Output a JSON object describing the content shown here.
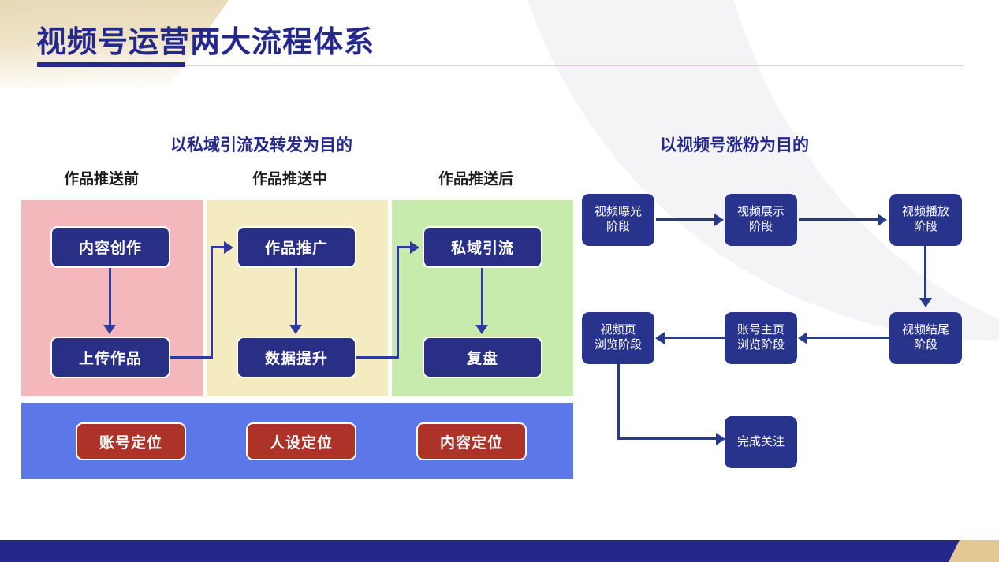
{
  "slide": {
    "title": "视频号运营两大流程体系",
    "theme": {
      "navy": "#24288a",
      "node_navy": "#2a2f86",
      "right_node_navy": "#28338c",
      "connector": "#2f3a9e",
      "band_blue": "#5b77e8",
      "badge_red": "#ad3328",
      "panel_pink": "#f4b8bc",
      "panel_yellow": "#f4ebc0",
      "panel_green": "#c6ebac",
      "gold": "#e3c894"
    }
  },
  "left_flow": {
    "heading": "以私域引流及转发为目的",
    "column_labels": [
      "作品推送前",
      "作品推送中",
      "作品推送后"
    ],
    "columns": [
      {
        "label": "作品推送前",
        "panel_color": "#f4b8bc",
        "nodes": [
          "内容创作",
          "上传作品"
        ]
      },
      {
        "label": "作品推送中",
        "panel_color": "#f4ebc0",
        "nodes": [
          "作品推广",
          "数据提升"
        ]
      },
      {
        "label": "作品推送后",
        "panel_color": "#c6ebac",
        "nodes": [
          "私域引流",
          "复盘"
        ]
      }
    ],
    "foundation_band": {
      "color": "#5b77e8",
      "badges": [
        "账号定位",
        "人设定位",
        "内容定位"
      ]
    }
  },
  "right_flow": {
    "heading": "以视频号涨粉为目的",
    "nodes": [
      {
        "id": "n1",
        "label": "视频曝光\n阶段",
        "line1": "视频曝光",
        "line2": "阶段"
      },
      {
        "id": "n2",
        "label": "视频展示\n阶段",
        "line1": "视频展示",
        "line2": "阶段"
      },
      {
        "id": "n3",
        "label": "视频播放\n阶段",
        "line1": "视频播放",
        "line2": "阶段"
      },
      {
        "id": "n4",
        "label": "视频结尾\n阶段",
        "line1": "视频结尾",
        "line2": "阶段"
      },
      {
        "id": "n5",
        "label": "账号主页\n浏览阶段",
        "line1": "账号主页",
        "line2": "浏览阶段"
      },
      {
        "id": "n6",
        "label": "视频页\n浏览阶段",
        "line1": "视频页",
        "line2": "浏览阶段"
      },
      {
        "id": "n7",
        "label": "完成关注",
        "line1": "完成关注",
        "line2": ""
      }
    ],
    "edges": [
      {
        "from": "视频曝光阶段",
        "to": "视频展示阶段",
        "direction": "right"
      },
      {
        "from": "视频展示阶段",
        "to": "视频播放阶段",
        "direction": "right"
      },
      {
        "from": "视频播放阶段",
        "to": "视频结尾阶段",
        "direction": "down"
      },
      {
        "from": "视频结尾阶段",
        "to": "账号主页浏览阶段",
        "direction": "left"
      },
      {
        "from": "账号主页浏览阶段",
        "to": "视频页浏览阶段",
        "direction": "left"
      },
      {
        "from": "视频页浏览阶段",
        "to": "完成关注",
        "direction": "down-right"
      }
    ]
  }
}
